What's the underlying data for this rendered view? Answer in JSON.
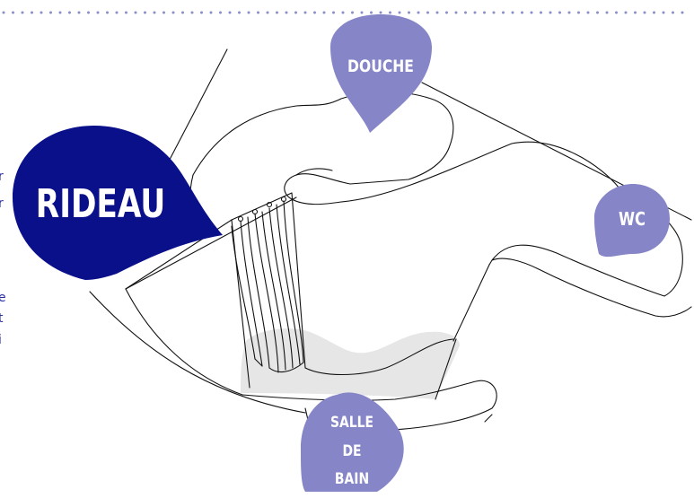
{
  "colors": {
    "primary_tag": "#0a0f8a",
    "secondary_tag": "#8585c8",
    "line": "#111111",
    "floor": "#e6e6e6",
    "dotted_border": "#8a8fc8",
    "side_text": "#2a2fa0"
  },
  "tags": {
    "main": "RIDEAU",
    "douche": "DOUCHE",
    "wc": "WC",
    "salle_de_bain": [
      "SALLE",
      "DE",
      "BAIN"
    ]
  },
  "edge_fragments": [
    "r",
    "r",
    "e",
    "t",
    "i"
  ]
}
